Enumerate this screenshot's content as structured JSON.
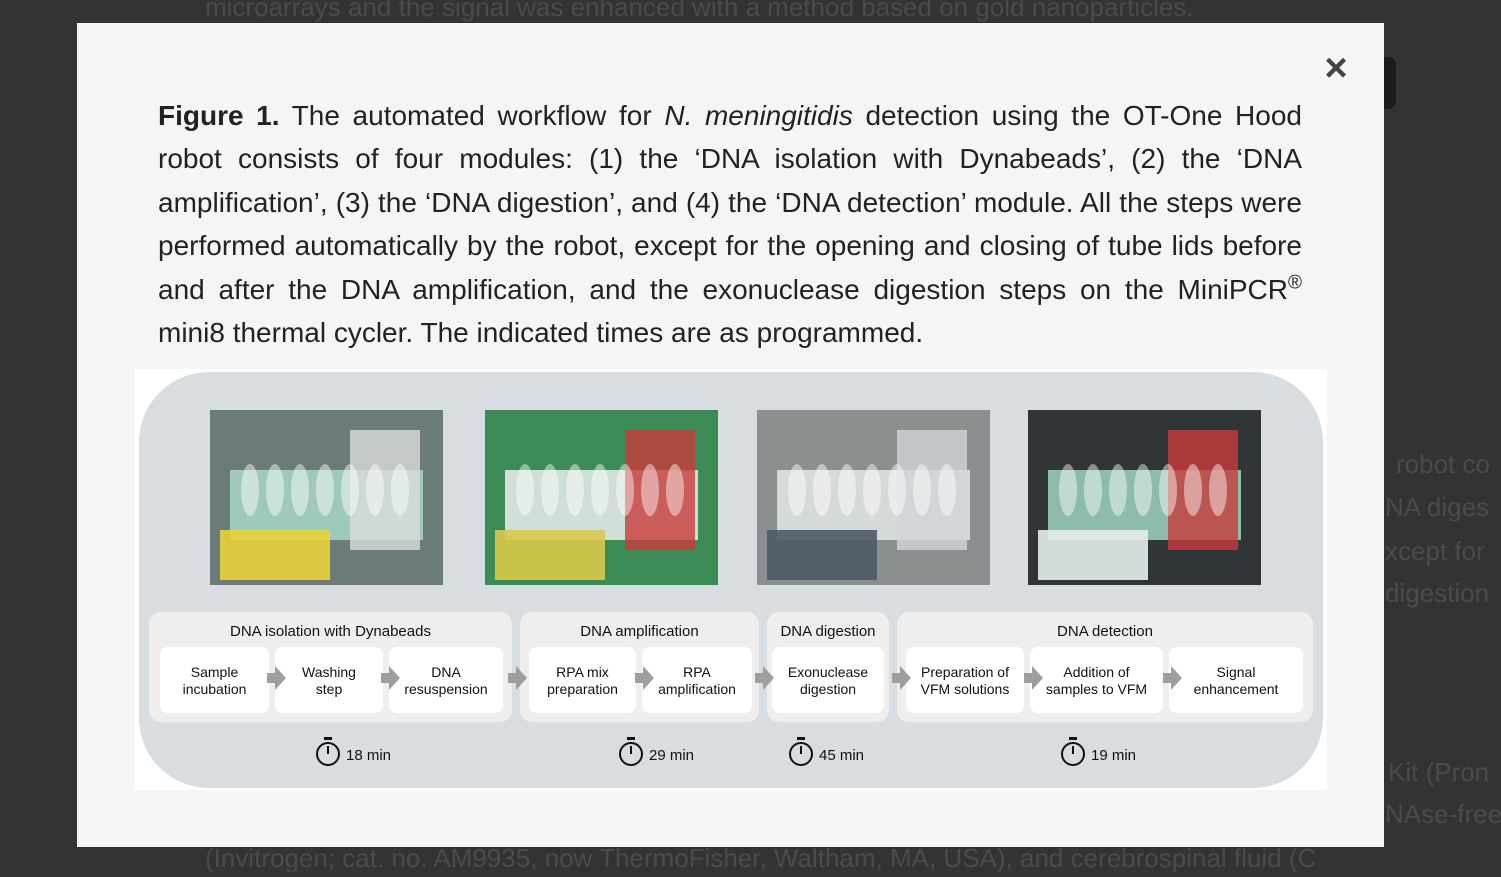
{
  "background": {
    "lines": [
      "microarrays and the signal was enhanced with a method based on gold nanoparticles.",
      "robot co",
      "NA diges",
      "xcept for",
      "digestion",
      "Kit (Pron",
      "NAse-free",
      "(Invitrogen; cat. no. AM9935, now ThermoFisher, Waltham, MA, USA), and cerebrospinal fluid (C"
    ]
  },
  "modal": {
    "close_label": "×",
    "caption": {
      "figure_label": "Figure 1.",
      "part1": " The automated workflow for ",
      "species": "N. meningitidis",
      "part2": " detection using the OT-One Hood robot consists of four modules: (1) the ‘DNA isolation with Dynabeads’, (2) the ‘DNA amplification’, (3) the ‘DNA digestion’, and (4) the ‘DNA detection’ module. All the steps were performed automatically by the robot, except for the opening and closing of tube lids before and after the DNA amplification, and the exonuclease digestion steps on the MiniPCR",
      "registered": "®",
      "part3": " mini8 thermal cycler. The indicated times are as programmed."
    }
  },
  "figure": {
    "colors": {
      "panel": "#d7dde0",
      "box": "#eeeeee",
      "step": "#ffffff",
      "arrow": "#9e9e9e"
    },
    "photos": [
      "photo-dna-isolation",
      "photo-dna-amplification",
      "photo-dna-digestion",
      "photo-dna-detection"
    ],
    "modules": [
      {
        "title": "DNA isolation with Dynabeads",
        "time": "18 min",
        "steps": [
          [
            "Sample",
            "incubation"
          ],
          [
            "Washing",
            "step"
          ],
          [
            "DNA",
            "resuspension"
          ]
        ]
      },
      {
        "title": "DNA amplification",
        "time": "29 min",
        "steps": [
          [
            "RPA mix",
            "preparation"
          ],
          [
            "RPA",
            "amplification"
          ]
        ]
      },
      {
        "title": "DNA digestion",
        "time": "45 min",
        "steps": [
          [
            "Exonuclease",
            "digestion"
          ]
        ]
      },
      {
        "title": "DNA detection",
        "time": "19 min",
        "steps": [
          [
            "Preparation of",
            "VFM solutions"
          ],
          [
            "Addition of",
            "samples to VFM"
          ],
          [
            "Signal",
            "enhancement"
          ]
        ]
      }
    ]
  }
}
